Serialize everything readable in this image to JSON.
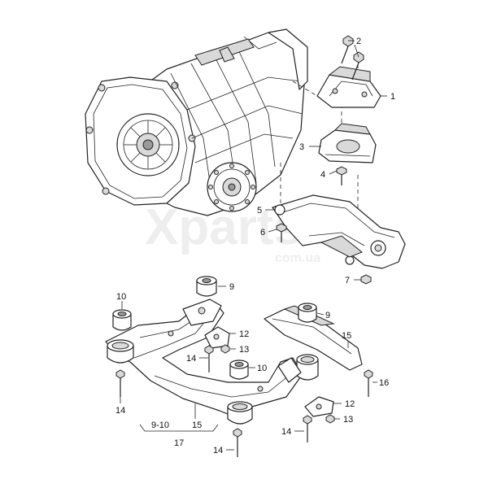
{
  "watermark": {
    "brand": "Xparts",
    "domain": "com.ua"
  },
  "callouts": {
    "c1": "1",
    "c2": "2",
    "c3": "3",
    "c4": "4",
    "c5": "5",
    "c6": "6",
    "c7": "7",
    "c9a": "9",
    "c9b": "9",
    "c10a": "10",
    "c10b": "10",
    "c12a": "12",
    "c12b": "12",
    "c13a": "13",
    "c13b": "13",
    "c14a": "14",
    "c14b": "14",
    "c14c": "14",
    "c14d": "14",
    "c15a": "15",
    "c15b": "15",
    "c16": "16",
    "c910": "9-10",
    "c17": "17"
  },
  "colors": {
    "line": "#222222",
    "shade": "#d9d9d9",
    "background": "#ffffff"
  }
}
